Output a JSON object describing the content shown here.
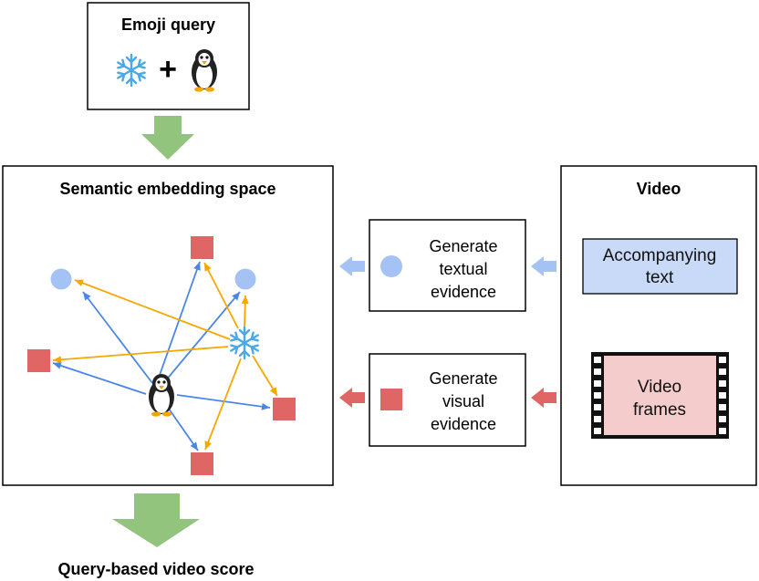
{
  "emoji_query": {
    "title": "Emoji query",
    "emojis": [
      "snowflake-emoji",
      "penguin-emoji"
    ],
    "operator": "+"
  },
  "semantic_space": {
    "title": "Semantic embedding space"
  },
  "video": {
    "title": "Video",
    "text_box": [
      "Accompanying",
      "text"
    ],
    "frames_box": [
      "Video",
      "frames"
    ]
  },
  "textual_evidence": {
    "lines": [
      "Generate",
      "textual",
      "evidence"
    ]
  },
  "visual_evidence": {
    "lines": [
      "Generate",
      "visual",
      "evidence"
    ]
  },
  "output": {
    "label": "Query-based video score"
  },
  "colors": {
    "textual": "#a4c2f4",
    "visual": "#e06666",
    "flow_arrow": "#93c47d",
    "penguin_edges": "#4a86e8",
    "snowflake_edges": "#f6a700",
    "text_box_fill": "#c9daf8",
    "frames_fill": "#f4cccc"
  }
}
